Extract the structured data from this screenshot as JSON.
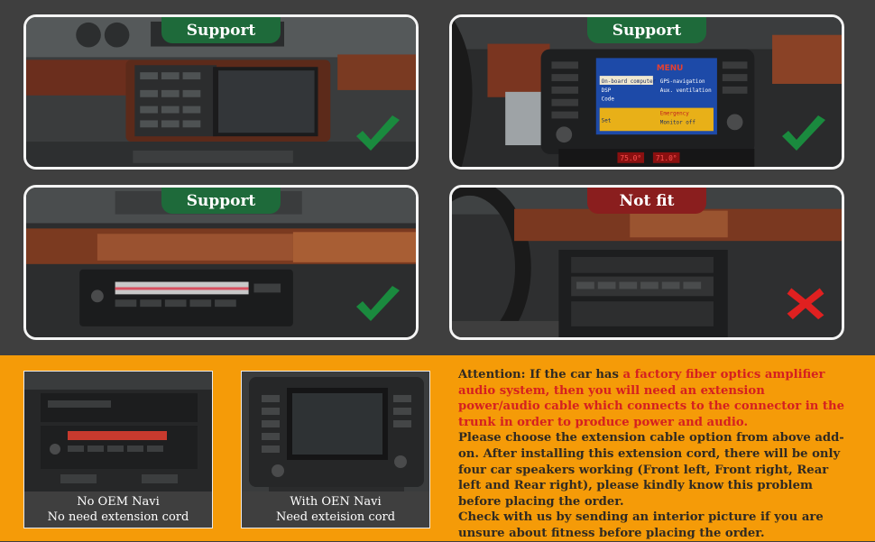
{
  "panels": [
    {
      "badge": "Support",
      "status": "supported",
      "mark": "check-icon"
    },
    {
      "badge": "Support",
      "status": "supported",
      "mark": "check-icon"
    },
    {
      "badge": "Support",
      "status": "supported",
      "mark": "check-icon"
    },
    {
      "badge": "Not fit",
      "status": "not-fit",
      "mark": "cross-icon"
    }
  ],
  "nav_screen": {
    "title": "MENU",
    "items_left": [
      "On-board computer",
      "DSP",
      "Code",
      "",
      "Set"
    ],
    "items_right": [
      "GPS-navigation",
      "Aux. ventilation",
      "",
      "Emergency",
      "Monitor off"
    ],
    "temps": [
      "75.0°",
      "71.0°"
    ]
  },
  "thumbs": [
    {
      "line1": "No OEM Navi",
      "line2": "No need extension cord"
    },
    {
      "line1": "With OEN Navi",
      "line2": "Need exteision cord"
    }
  ],
  "attention": {
    "label": "Attention: If the car has ",
    "highlight": "a factory fiber optics amplifier audio system, then you will need an extension power/audio cable which connects to the connector in the trunk in order to produce power and audio.",
    "p2": "Please choose the extension cable option from above add-on. After installing this extension cord, there will be only four car speakers working (Front left, Front right, Rear left and Rear right), please kindly know this problem before placing the order.",
    "p3": "Check with us by sending an interior picture if you are unsure about fitness before placing the order."
  },
  "colors": {
    "badge_ok": "#1e6a3a",
    "badge_no": "#8a1e1e",
    "check": "#1a8a3e",
    "cross": "#e02020",
    "orange": "#f59b08"
  }
}
